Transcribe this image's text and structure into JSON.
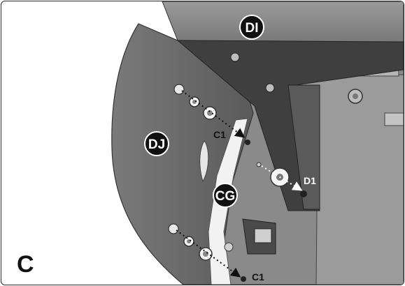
{
  "panel": {
    "letter": "C"
  },
  "callouts": {
    "di": "DI",
    "dj": "DJ",
    "cg": "CG"
  },
  "fastener_labels": {
    "c1_upper": "C1",
    "c1_lower": "C1",
    "d1": "D1"
  },
  "colors": {
    "callout_fill": "#111111",
    "callout_text": "#ffffff",
    "panel_fill": "#6b6b6b",
    "bracket_fill": "#3f3f3f",
    "frame_fill": "#808080",
    "arrow": "#111111"
  }
}
